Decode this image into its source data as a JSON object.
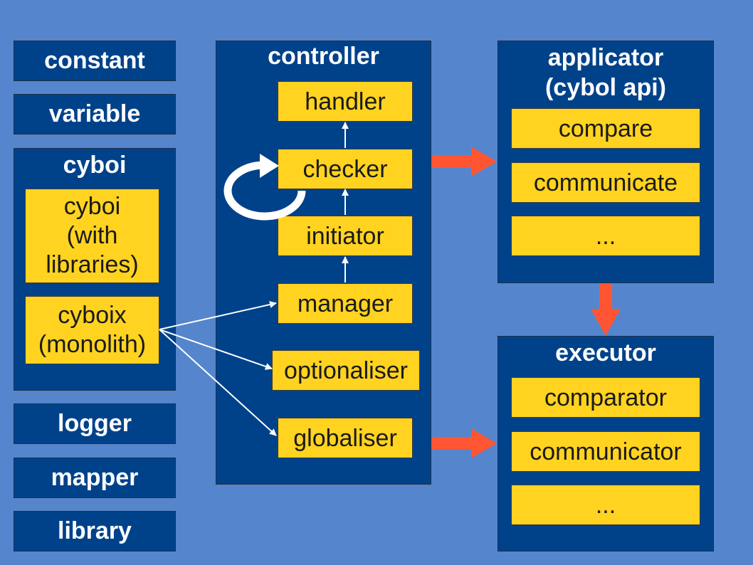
{
  "left": {
    "constant": "constant",
    "variable": "variable",
    "cyboi": {
      "title": "cyboi",
      "with_libraries": "cyboi\n(with\nlibraries)",
      "monolith": "cyboix\n(monolith)"
    },
    "logger": "logger",
    "mapper": "mapper",
    "library": "library"
  },
  "controller": {
    "title": "controller",
    "items": [
      "handler",
      "checker",
      "initiator",
      "manager",
      "optionaliser",
      "globaliser"
    ]
  },
  "applicator": {
    "title": "applicator\n(cybol api)",
    "items": [
      "compare",
      "communicate",
      "..."
    ]
  },
  "executor": {
    "title": "executor",
    "items": [
      "comparator",
      "communicator",
      "..."
    ]
  },
  "colors": {
    "background": "#5585cc",
    "box": "#00428a",
    "module": "#ffd320",
    "flow_arrow": "#ff5533",
    "link_arrow": "#ffffff"
  }
}
